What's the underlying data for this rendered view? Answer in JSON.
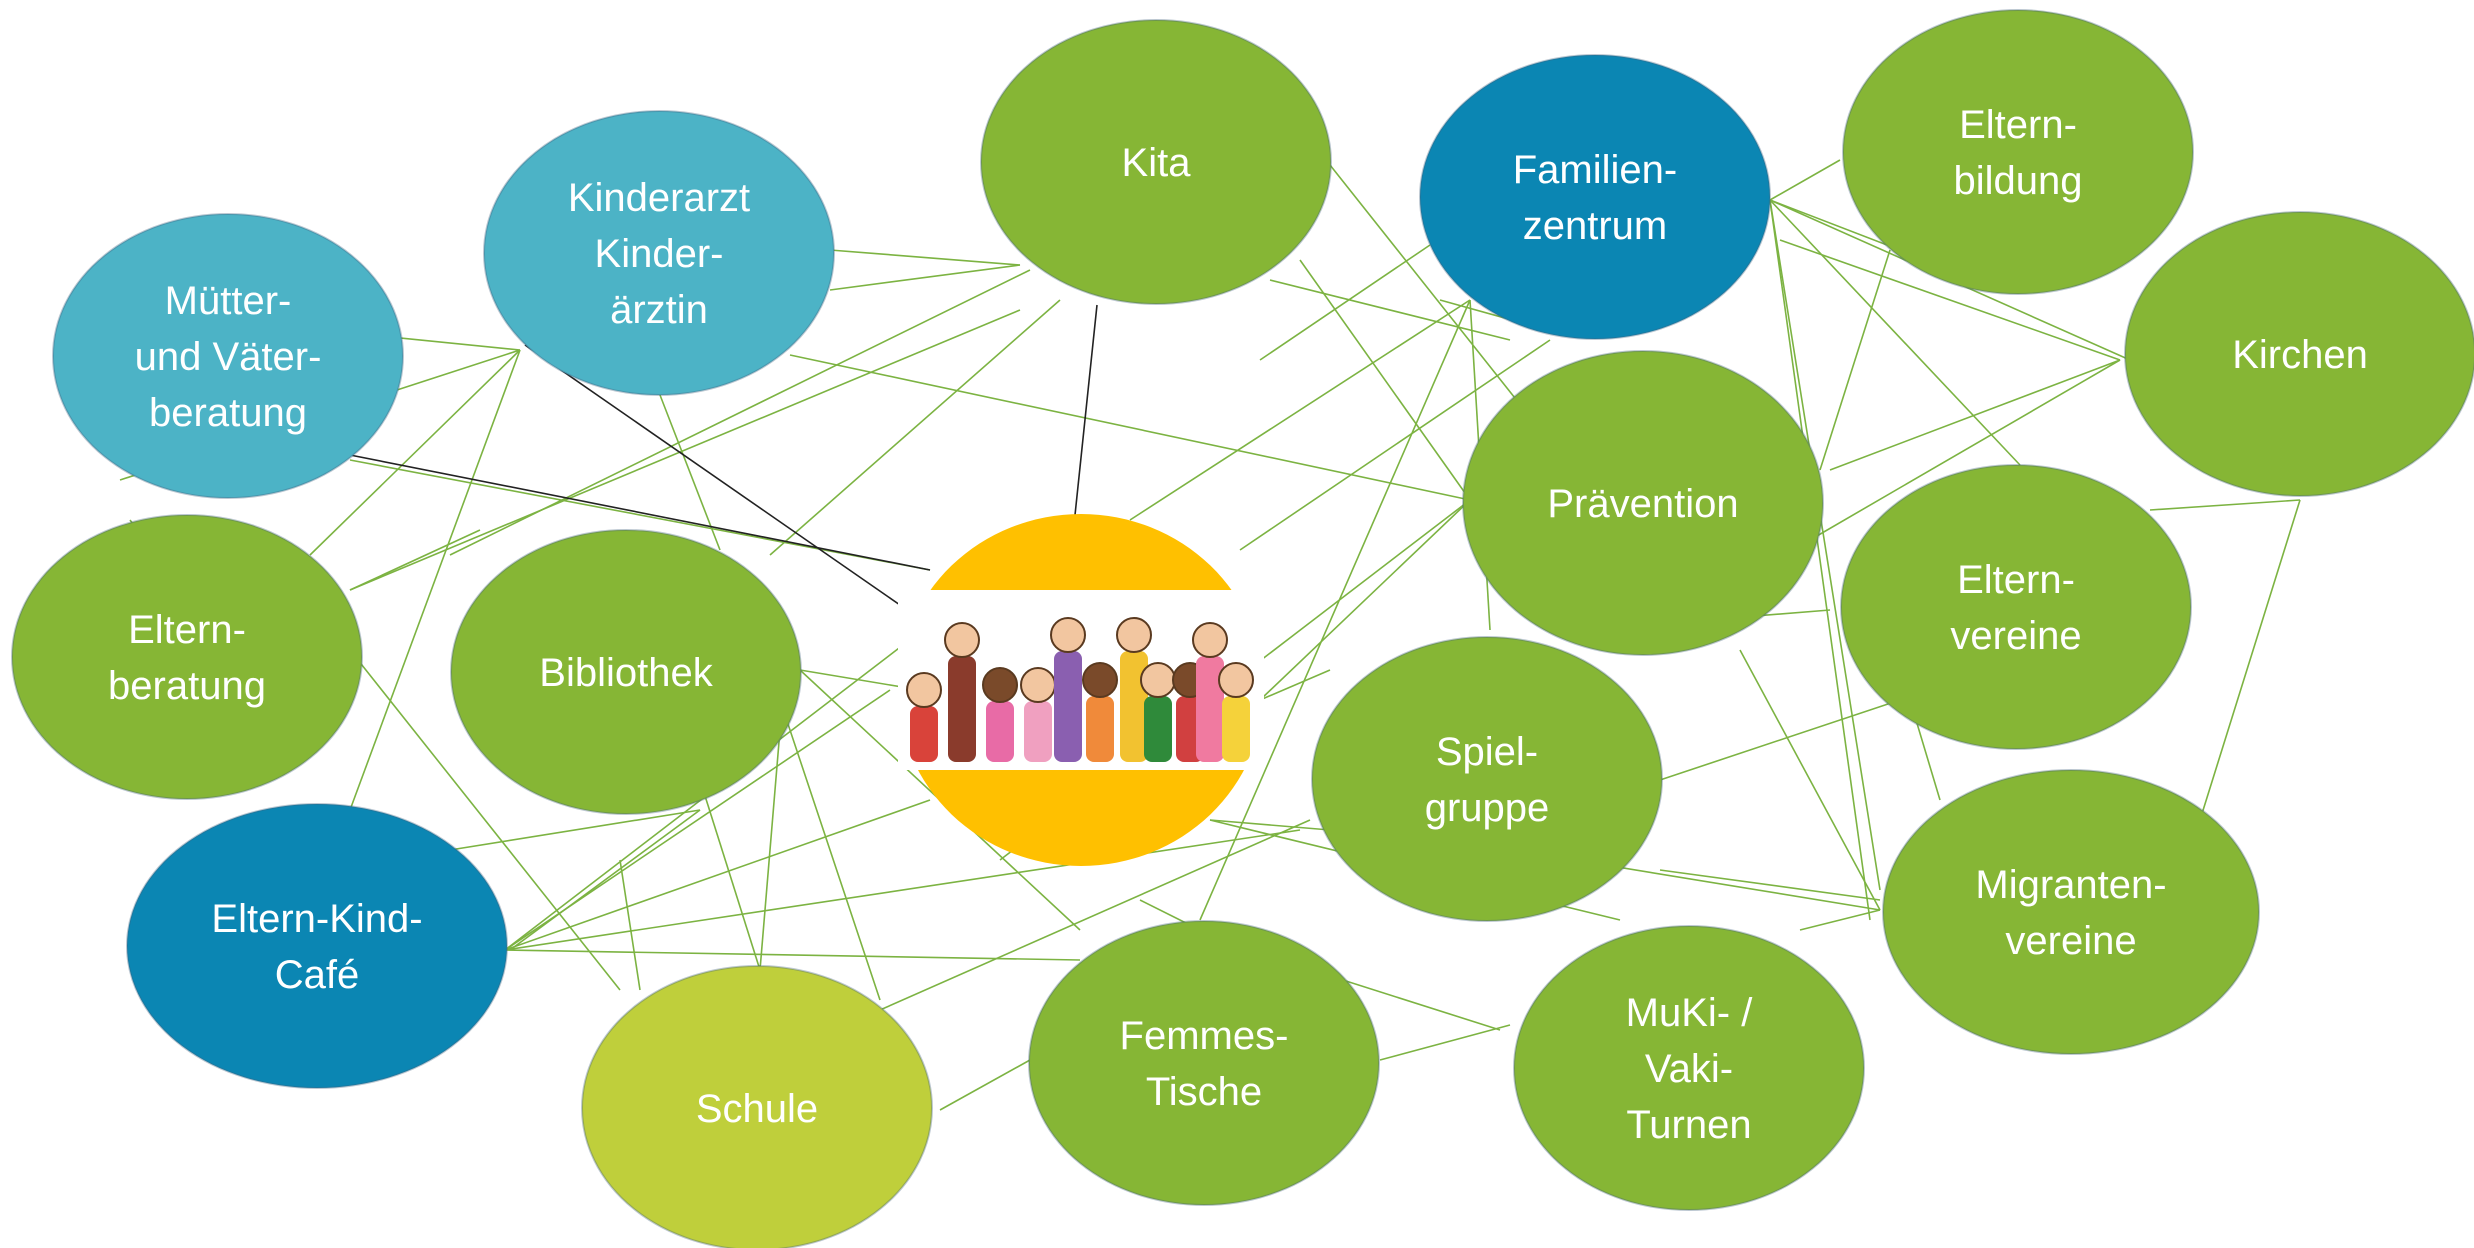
{
  "diagram": {
    "center_image": "group-of-children-illustration",
    "nodes": [
      {
        "id": "kita",
        "lines": [
          "Kita"
        ],
        "color": "#86B635"
      },
      {
        "id": "familienzentrum",
        "lines": [
          "Familien-",
          "zentrum"
        ],
        "color": "#0B86B3"
      },
      {
        "id": "elternbildung",
        "lines": [
          "Eltern-",
          "bildung"
        ],
        "color": "#86B635"
      },
      {
        "id": "kirchen",
        "lines": [
          "Kirchen"
        ],
        "color": "#86B635"
      },
      {
        "id": "kinderarzt",
        "lines": [
          "Kinderarzt",
          "Kinder-",
          "ärztin"
        ],
        "color": "#4CB3C6"
      },
      {
        "id": "muetterberatung",
        "lines": [
          "Mütter-",
          "und Väter-",
          "beratung"
        ],
        "color": "#4CB3C6"
      },
      {
        "id": "praevention",
        "lines": [
          "Prävention"
        ],
        "color": "#86B635"
      },
      {
        "id": "elternvereine",
        "lines": [
          "Eltern-",
          "vereine"
        ],
        "color": "#86B635"
      },
      {
        "id": "elternberatung",
        "lines": [
          "Eltern-",
          "beratung"
        ],
        "color": "#86B635"
      },
      {
        "id": "bibliothek",
        "lines": [
          "Bibliothek"
        ],
        "color": "#86B635"
      },
      {
        "id": "spielgruppe",
        "lines": [
          "Spiel-",
          "gruppe"
        ],
        "color": "#86B635"
      },
      {
        "id": "elternkindcafe",
        "lines": [
          "Eltern-Kind-",
          "Café"
        ],
        "color": "#0B86B3"
      },
      {
        "id": "migrantenvereine",
        "lines": [
          "Migranten-",
          "vereine"
        ],
        "color": "#86B635"
      },
      {
        "id": "femmestische",
        "lines": [
          "Femmes-",
          "Tische"
        ],
        "color": "#86B635"
      },
      {
        "id": "mukivaki",
        "lines": [
          "MuKi- /",
          "Vaki-",
          "Turnen"
        ],
        "color": "#86B635"
      },
      {
        "id": "schule",
        "lines": [
          "Schule"
        ],
        "color": "#BFCF3B"
      }
    ],
    "center_color": "#FFC000",
    "link_color": "#7CB342",
    "center_link_color": "#222222"
  }
}
